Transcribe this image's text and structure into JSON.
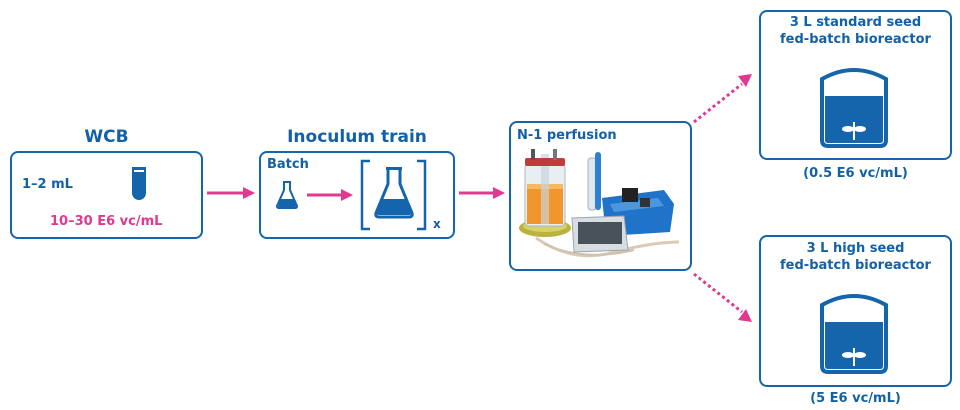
{
  "wcb": {
    "title": "WCB",
    "volume": "1–2 mL",
    "density": "10–30 E6 vc/mL"
  },
  "inoculum": {
    "title": "Inoculum train",
    "batch_label": "Batch",
    "multiplier": "x"
  },
  "perfusion": {
    "label": "N-1 perfusion"
  },
  "standard_seed": {
    "line1": "3 L standard seed",
    "line2": "fed-batch bioreactor",
    "density": "(0.5 E6 vc/mL)"
  },
  "high_seed": {
    "line1": "3 L high seed",
    "line2": "fed-batch bioreactor",
    "density": "(5 E6 vc/mL)"
  },
  "colors": {
    "primary_blue": "#1565ad",
    "arrow_pink": "#e0398f",
    "liquid_blue": "#1565ad"
  },
  "icons": [
    "test-tube-icon",
    "small-flask-icon",
    "large-flask-icon",
    "bioreactor-icon",
    "perfusion-equipment-image"
  ]
}
